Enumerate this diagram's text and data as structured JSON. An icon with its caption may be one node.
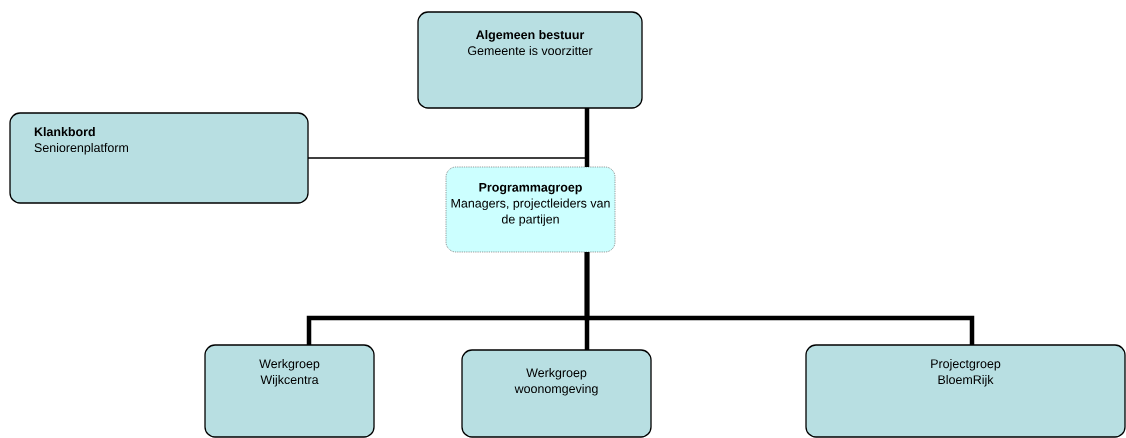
{
  "diagram": {
    "nodes": [
      {
        "text": [
          "Algemeen bestuur",
          "Gemeente is voorzitter"
        ]
      },
      {
        "text": [
          "Klankbord",
          "Seniorenplatform"
        ]
      },
      {
        "text": [
          "Programmagroep",
          "Managers, projectleiders van de partijen"
        ]
      },
      {
        "text": [
          "Werkgroep Wijkcentra"
        ]
      },
      {
        "text": [
          "Werkgroep woonomgeving"
        ]
      },
      {
        "text": [
          "Projectgroep BloemRijk"
        ]
      }
    ],
    "edges": [
      {
        "from": 0,
        "to": 2,
        "arrow": "none"
      },
      {
        "from": 1,
        "to": 0,
        "arrow": "none"
      },
      {
        "from": 2,
        "to": 3,
        "arrow": "none"
      },
      {
        "from": 2,
        "to": 4,
        "arrow": "none"
      },
      {
        "from": 2,
        "to": 5,
        "arrow": "none"
      }
    ]
  }
}
